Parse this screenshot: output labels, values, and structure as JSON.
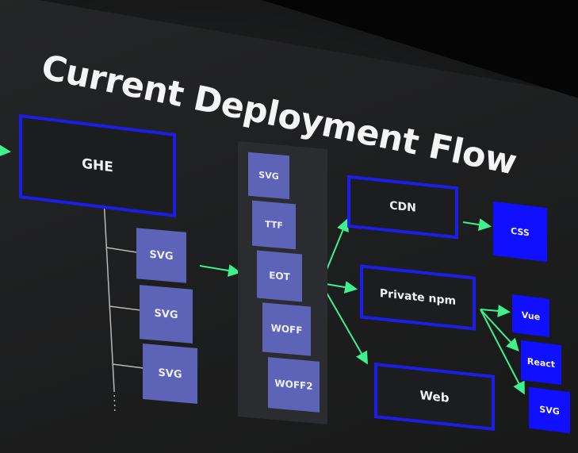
{
  "title": "Current Deployment Flow",
  "source": {
    "label": "GHE"
  },
  "source_children": [
    "SVG",
    "SVG",
    "SVG"
  ],
  "formats": [
    "SVG",
    "TTF",
    "EOT",
    "WOFF",
    "WOFF2"
  ],
  "targets": [
    "CDN",
    "Private npm",
    "Web"
  ],
  "cdn_output": "CSS",
  "npm_outputs": [
    "Vue",
    "React",
    "SVG"
  ],
  "colors": {
    "box_border": "#1d1de8",
    "arrow": "#3ff08f",
    "lavender": "#5d63b6",
    "filled_blue": "#1010ff"
  }
}
